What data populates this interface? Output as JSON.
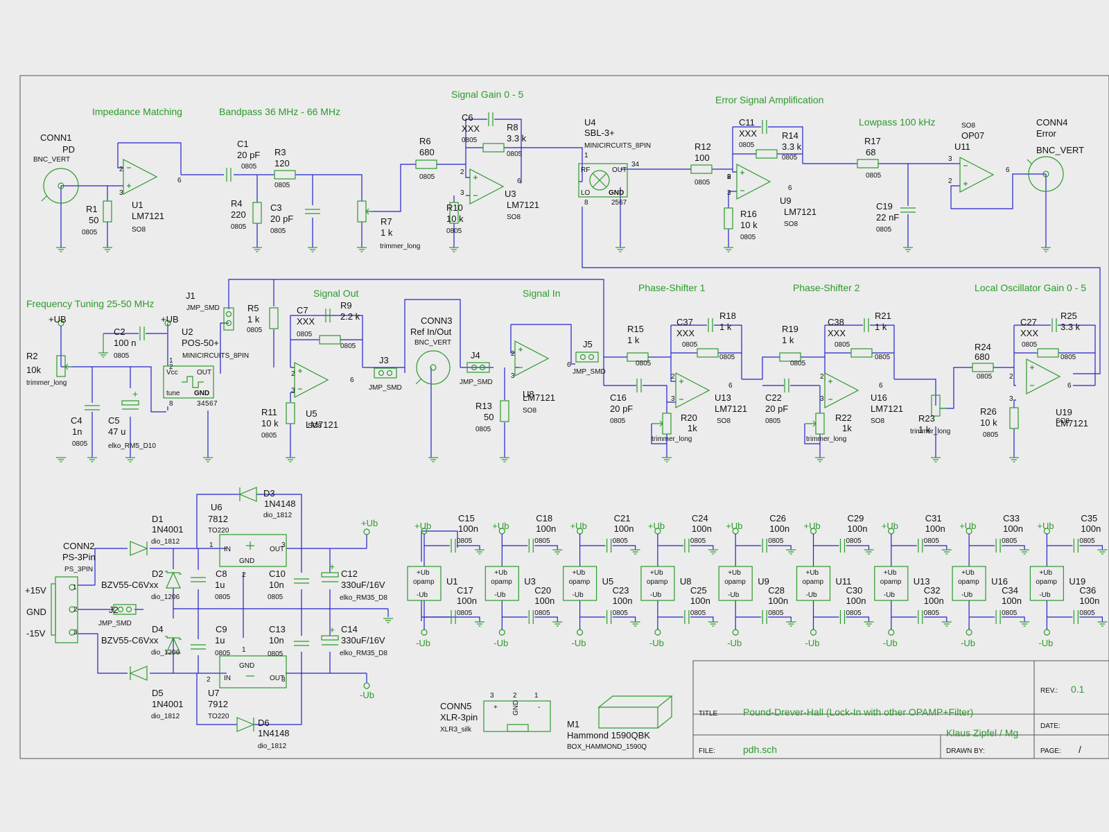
{
  "section_titles": {
    "impedance": "Impedance Matching",
    "bandpass": "Bandpass 36 MHz - 66 MHz",
    "gain": "Signal Gain 0 - 5",
    "error": "Error Signal Amplification",
    "lowpass": "Lowpass 100 kHz",
    "freq": "Frequency Tuning 25-50 MHz",
    "sigout": "Signal Out",
    "sigin": "Signal In",
    "ps1": "Phase-Shifter 1",
    "ps2": "Phase-Shifter 2",
    "lo": "Local Oscillator Gain 0 - 5"
  },
  "title_block": {
    "rev_label": "REV.:",
    "rev": "0.1",
    "title_label": "TITLE",
    "title": "Pound-Drever-Hall (Lock-In with other OPAMP+Filter)",
    "date_label": "DATE:",
    "file_label": "FILE:",
    "file": "pdh.sch",
    "author": "Klaus Zipfel / Mg",
    "drawn_label": "DRAWN BY:",
    "page_label": "PAGE:",
    "page": "/"
  },
  "labels": [
    {
      "t": "CONN1",
      "c": "k",
      "s": "md"
    },
    {
      "t": "PD",
      "c": "k",
      "s": "md"
    },
    {
      "t": "BNC_VERT",
      "c": "k",
      "s": "sm"
    },
    {
      "t": "R1",
      "c": "k",
      "s": "md"
    },
    {
      "t": "50",
      "c": "k",
      "s": "md"
    },
    {
      "t": "0805",
      "c": "k",
      "s": "sm"
    },
    {
      "t": "U1",
      "c": "k",
      "s": "md"
    },
    {
      "t": "LM7121",
      "c": "k",
      "s": "md"
    },
    {
      "t": "SO8",
      "c": "k",
      "s": "sm"
    },
    {
      "t": "C1",
      "c": "k",
      "s": "md"
    },
    {
      "t": "20 pF",
      "c": "k",
      "s": "md"
    },
    {
      "t": "0805",
      "c": "k",
      "s": "sm"
    },
    {
      "t": "R3",
      "c": "k",
      "s": "md"
    },
    {
      "t": "120",
      "c": "k",
      "s": "md"
    },
    {
      "t": "0805",
      "c": "k",
      "s": "sm"
    },
    {
      "t": "R4",
      "c": "k",
      "s": "md"
    },
    {
      "t": "220",
      "c": "k",
      "s": "md"
    },
    {
      "t": "0805",
      "c": "k",
      "s": "sm"
    },
    {
      "t": "C3",
      "c": "k",
      "s": "md"
    },
    {
      "t": "20 pF",
      "c": "k",
      "s": "md"
    },
    {
      "t": "0805",
      "c": "k",
      "s": "sm"
    },
    {
      "t": "R7",
      "c": "k",
      "s": "md"
    },
    {
      "t": "1 k",
      "c": "k",
      "s": "md"
    },
    {
      "t": "trimmer_long",
      "c": "k",
      "s": "sm"
    },
    {
      "t": "R6",
      "c": "k",
      "s": "md"
    },
    {
      "t": "680",
      "c": "k",
      "s": "md"
    },
    {
      "t": "0805",
      "c": "k",
      "s": "sm"
    },
    {
      "t": "C6",
      "c": "k",
      "s": "md"
    },
    {
      "t": "XXX",
      "c": "k",
      "s": "md"
    },
    {
      "t": "0805",
      "c": "k",
      "s": "sm"
    },
    {
      "t": "R8",
      "c": "k",
      "s": "md"
    },
    {
      "t": "3.3 k",
      "c": "k",
      "s": "md"
    },
    {
      "t": "0805",
      "c": "k",
      "s": "sm"
    },
    {
      "t": "R10",
      "c": "k",
      "s": "md"
    },
    {
      "t": "10 k",
      "c": "k",
      "s": "md"
    },
    {
      "t": "0805",
      "c": "k",
      "s": "sm"
    },
    {
      "t": "U3",
      "c": "k",
      "s": "md"
    },
    {
      "t": "LM7121",
      "c": "k",
      "s": "md"
    },
    {
      "t": "SO8",
      "c": "k",
      "s": "sm"
    },
    {
      "t": "U4",
      "c": "k",
      "s": "md"
    },
    {
      "t": "SBL-3+",
      "c": "k",
      "s": "md"
    },
    {
      "t": "MINICIRCUITS_8PIN",
      "c": "k",
      "s": "sm"
    },
    {
      "t": "R12",
      "c": "k",
      "s": "md"
    },
    {
      "t": "100",
      "c": "k",
      "s": "md"
    },
    {
      "t": "0805",
      "c": "k",
      "s": "sm"
    },
    {
      "t": "C11",
      "c": "k",
      "s": "md"
    },
    {
      "t": "XXX",
      "c": "k",
      "s": "md"
    },
    {
      "t": "0805",
      "c": "k",
      "s": "sm"
    },
    {
      "t": "R14",
      "c": "k",
      "s": "md"
    },
    {
      "t": "3.3 k",
      "c": "k",
      "s": "md"
    },
    {
      "t": "0805",
      "c": "k",
      "s": "sm"
    },
    {
      "t": "R16",
      "c": "k",
      "s": "md"
    },
    {
      "t": "10 k",
      "c": "k",
      "s": "md"
    },
    {
      "t": "0805",
      "c": "k",
      "s": "sm"
    },
    {
      "t": "U9",
      "c": "k",
      "s": "md"
    },
    {
      "t": "LM7121",
      "c": "k",
      "s": "md"
    },
    {
      "t": "SO8",
      "c": "k",
      "s": "sm"
    },
    {
      "t": "R17",
      "c": "k",
      "s": "md"
    },
    {
      "t": "68",
      "c": "k",
      "s": "md"
    },
    {
      "t": "0805",
      "c": "k",
      "s": "sm"
    },
    {
      "t": "C19",
      "c": "k",
      "s": "md"
    },
    {
      "t": "22 nF",
      "c": "k",
      "s": "md"
    },
    {
      "t": "0805",
      "c": "k",
      "s": "sm"
    },
    {
      "t": "SO8",
      "c": "k",
      "s": "sm"
    },
    {
      "t": "OP07",
      "c": "k",
      "s": "md"
    },
    {
      "t": "U11",
      "c": "k",
      "s": "md"
    },
    {
      "t": "CONN4",
      "c": "k",
      "s": "md"
    },
    {
      "t": "Error",
      "c": "k",
      "s": "md"
    },
    {
      "t": "BNC_VERT",
      "c": "k",
      "s": "md"
    },
    {
      "t": "J1",
      "c": "k",
      "s": "md"
    },
    {
      "t": "JMP_SMD",
      "c": "k",
      "s": "sm"
    },
    {
      "t": "+UB",
      "c": "k",
      "s": "md"
    },
    {
      "t": "+UB",
      "c": "k",
      "s": "md"
    },
    {
      "t": "R2",
      "c": "k",
      "s": "md"
    },
    {
      "t": "10k",
      "c": "k",
      "s": "md"
    },
    {
      "t": "trimmer_long",
      "c": "k",
      "s": "sm"
    },
    {
      "t": "C2",
      "c": "k",
      "s": "md"
    },
    {
      "t": "100 n",
      "c": "k",
      "s": "md"
    },
    {
      "t": "0805",
      "c": "k",
      "s": "sm"
    },
    {
      "t": "U2",
      "c": "k",
      "s": "md"
    },
    {
      "t": "POS-50+",
      "c": "k",
      "s": "md"
    },
    {
      "t": "MINICIRCUITS_8PIN",
      "c": "k",
      "s": "sm"
    },
    {
      "t": "C4",
      "c": "k",
      "s": "md"
    },
    {
      "t": "1n",
      "c": "k",
      "s": "md"
    },
    {
      "t": "0805",
      "c": "k",
      "s": "sm"
    },
    {
      "t": "C5",
      "c": "k",
      "s": "md"
    },
    {
      "t": "47 u",
      "c": "k",
      "s": "md"
    },
    {
      "t": "elko_RM5_D10",
      "c": "k",
      "s": "sm"
    },
    {
      "t": "R5",
      "c": "k",
      "s": "md"
    },
    {
      "t": "1 k",
      "c": "k",
      "s": "md"
    },
    {
      "t": "0805",
      "c": "k",
      "s": "sm"
    },
    {
      "t": "C7",
      "c": "k",
      "s": "md"
    },
    {
      "t": "XXX",
      "c": "k",
      "s": "md"
    },
    {
      "t": "0805",
      "c": "k",
      "s": "sm"
    },
    {
      "t": "R9",
      "c": "k",
      "s": "md"
    },
    {
      "t": "2.2 k",
      "c": "k",
      "s": "md"
    },
    {
      "t": "0805",
      "c": "k",
      "s": "sm"
    },
    {
      "t": "R11",
      "c": "k",
      "s": "md"
    },
    {
      "t": "10 k",
      "c": "k",
      "s": "md"
    },
    {
      "t": "0805",
      "c": "k",
      "s": "sm"
    },
    {
      "t": "U5",
      "c": "k",
      "s": "md"
    },
    {
      "t": "LM7121",
      "c": "k",
      "s": "md"
    },
    {
      "t": "SO8",
      "c": "k",
      "s": "sm"
    },
    {
      "t": "J3",
      "c": "k",
      "s": "md"
    },
    {
      "t": "JMP_SMD",
      "c": "k",
      "s": "sm"
    },
    {
      "t": "CONN3",
      "c": "k",
      "s": "md"
    },
    {
      "t": "Ref In/Out",
      "c": "k",
      "s": "md"
    },
    {
      "t": "BNC_VERT",
      "c": "k",
      "s": "sm"
    },
    {
      "t": "J4",
      "c": "k",
      "s": "md"
    },
    {
      "t": "JMP_SMD",
      "c": "k",
      "s": "sm"
    },
    {
      "t": "R13",
      "c": "k",
      "s": "md"
    },
    {
      "t": "50",
      "c": "k",
      "s": "md"
    },
    {
      "t": "0805",
      "c": "k",
      "s": "sm"
    },
    {
      "t": "U8",
      "c": "k",
      "s": "md"
    },
    {
      "t": "LM7121",
      "c": "k",
      "s": "md"
    },
    {
      "t": "SO8",
      "c": "k",
      "s": "sm"
    },
    {
      "t": "J5",
      "c": "k",
      "s": "md"
    },
    {
      "t": "JMP_SMD",
      "c": "k",
      "s": "sm"
    },
    {
      "t": "R15",
      "c": "k",
      "s": "md"
    },
    {
      "t": "1 k",
      "c": "k",
      "s": "md"
    },
    {
      "t": "0805",
      "c": "k",
      "s": "sm"
    },
    {
      "t": "C37",
      "c": "k",
      "s": "md"
    },
    {
      "t": "XXX",
      "c": "k",
      "s": "md"
    },
    {
      "t": "0805",
      "c": "k",
      "s": "sm"
    },
    {
      "t": "R18",
      "c": "k",
      "s": "md"
    },
    {
      "t": "1 k",
      "c": "k",
      "s": "md"
    },
    {
      "t": "0805",
      "c": "k",
      "s": "sm"
    },
    {
      "t": "C16",
      "c": "k",
      "s": "md"
    },
    {
      "t": "20 pF",
      "c": "k",
      "s": "md"
    },
    {
      "t": "0805",
      "c": "k",
      "s": "sm"
    },
    {
      "t": "R20",
      "c": "k",
      "s": "md"
    },
    {
      "t": "1k",
      "c": "k",
      "s": "md"
    },
    {
      "t": "trimmer_long",
      "c": "k",
      "s": "sm"
    },
    {
      "t": "U13",
      "c": "k",
      "s": "md"
    },
    {
      "t": "LM7121",
      "c": "k",
      "s": "md"
    },
    {
      "t": "SO8",
      "c": "k",
      "s": "sm"
    },
    {
      "t": "R19",
      "c": "k",
      "s": "md"
    },
    {
      "t": "1 k",
      "c": "k",
      "s": "md"
    },
    {
      "t": "0805",
      "c": "k",
      "s": "sm"
    },
    {
      "t": "C38",
      "c": "k",
      "s": "md"
    },
    {
      "t": "XXX",
      "c": "k",
      "s": "md"
    },
    {
      "t": "0805",
      "c": "k",
      "s": "sm"
    },
    {
      "t": "R21",
      "c": "k",
      "s": "md"
    },
    {
      "t": "1 k",
      "c": "k",
      "s": "md"
    },
    {
      "t": "0805",
      "c": "k",
      "s": "sm"
    },
    {
      "t": "C22",
      "c": "k",
      "s": "md"
    },
    {
      "t": "20 pF",
      "c": "k",
      "s": "md"
    },
    {
      "t": "0805",
      "c": "k",
      "s": "sm"
    },
    {
      "t": "R22",
      "c": "k",
      "s": "md"
    },
    {
      "t": "1k",
      "c": "k",
      "s": "md"
    },
    {
      "t": "trimmer_long",
      "c": "k",
      "s": "sm"
    },
    {
      "t": "U16",
      "c": "k",
      "s": "md"
    },
    {
      "t": "LM7121",
      "c": "k",
      "s": "md"
    },
    {
      "t": "SO8",
      "c": "k",
      "s": "sm"
    },
    {
      "t": "R23",
      "c": "k",
      "s": "md"
    },
    {
      "t": "1 k",
      "c": "k",
      "s": "md"
    },
    {
      "t": "trimmer_long",
      "c": "k",
      "s": "sm"
    },
    {
      "t": "R24",
      "c": "k",
      "s": "md"
    },
    {
      "t": "680",
      "c": "k",
      "s": "md"
    },
    {
      "t": "0805",
      "c": "k",
      "s": "sm"
    },
    {
      "t": "C27",
      "c": "k",
      "s": "md"
    },
    {
      "t": "XXX",
      "c": "k",
      "s": "md"
    },
    {
      "t": "0805",
      "c": "k",
      "s": "sm"
    },
    {
      "t": "R25",
      "c": "k",
      "s": "md"
    },
    {
      "t": "3.3 k",
      "c": "k",
      "s": "md"
    },
    {
      "t": "0805",
      "c": "k",
      "s": "sm"
    },
    {
      "t": "R26",
      "c": "k",
      "s": "md"
    },
    {
      "t": "10 k",
      "c": "k",
      "s": "md"
    },
    {
      "t": "0805",
      "c": "k",
      "s": "sm"
    },
    {
      "t": "U19",
      "c": "k",
      "s": "md"
    },
    {
      "t": "LM7121",
      "c": "k",
      "s": "md"
    },
    {
      "t": "SO8",
      "c": "k",
      "s": "sm"
    },
    {
      "t": "D3",
      "c": "k",
      "s": "md"
    },
    {
      "t": "1N4148",
      "c": "k",
      "s": "md"
    },
    {
      "t": "dio_1812",
      "c": "k",
      "s": "sm"
    },
    {
      "t": "U6",
      "c": "k",
      "s": "md"
    },
    {
      "t": "7812",
      "c": "k",
      "s": "md"
    },
    {
      "t": "TO220",
      "c": "k",
      "s": "sm"
    },
    {
      "t": "D1",
      "c": "k",
      "s": "md"
    },
    {
      "t": "1N4001",
      "c": "k",
      "s": "md"
    },
    {
      "t": "dio_1812",
      "c": "k",
      "s": "sm"
    },
    {
      "t": "CONN2",
      "c": "k",
      "s": "md"
    },
    {
      "t": "PS-3Pin",
      "c": "k",
      "s": "md"
    },
    {
      "t": "PS_3PIN",
      "c": "k",
      "s": "sm"
    },
    {
      "t": "D2",
      "c": "k",
      "s": "md"
    },
    {
      "t": "BZV55-C6Vxx",
      "c": "k",
      "s": "md"
    },
    {
      "t": "dio_1206",
      "c": "k",
      "s": "sm"
    },
    {
      "t": "C8",
      "c": "k",
      "s": "md"
    },
    {
      "t": "1u",
      "c": "k",
      "s": "md"
    },
    {
      "t": "0805",
      "c": "k",
      "s": "sm"
    },
    {
      "t": "C10",
      "c": "k",
      "s": "md"
    },
    {
      "t": "10n",
      "c": "k",
      "s": "md"
    },
    {
      "t": "0805",
      "c": "k",
      "s": "sm"
    },
    {
      "t": "C12",
      "c": "k",
      "s": "md"
    },
    {
      "t": "330uF/16V",
      "c": "k",
      "s": "md"
    },
    {
      "t": "elko_RM35_D8",
      "c": "k",
      "s": "sm"
    },
    {
      "t": "+15V",
      "c": "k",
      "s": "md"
    },
    {
      "t": "GND",
      "c": "k",
      "s": "md"
    },
    {
      "t": "-15V",
      "c": "k",
      "s": "md"
    },
    {
      "t": "J2",
      "c": "k",
      "s": "md"
    },
    {
      "t": "JMP_SMD",
      "c": "k",
      "s": "sm"
    },
    {
      "t": "D4",
      "c": "k",
      "s": "md"
    },
    {
      "t": "BZV55-C6Vxx",
      "c": "k",
      "s": "md"
    },
    {
      "t": "dio_1206",
      "c": "k",
      "s": "sm"
    },
    {
      "t": "C9",
      "c": "k",
      "s": "md"
    },
    {
      "t": "1u",
      "c": "k",
      "s": "md"
    },
    {
      "t": "0805",
      "c": "k",
      "s": "sm"
    },
    {
      "t": "C13",
      "c": "k",
      "s": "md"
    },
    {
      "t": "10n",
      "c": "k",
      "s": "md"
    },
    {
      "t": "0805",
      "c": "k",
      "s": "sm"
    },
    {
      "t": "C14",
      "c": "k",
      "s": "md"
    },
    {
      "t": "330uF/16V",
      "c": "k",
      "s": "md"
    },
    {
      "t": "elko_RM35_D8",
      "c": "k",
      "s": "sm"
    },
    {
      "t": "D5",
      "c": "k",
      "s": "md"
    },
    {
      "t": "1N4001",
      "c": "k",
      "s": "md"
    },
    {
      "t": "dio_1812",
      "c": "k",
      "s": "sm"
    },
    {
      "t": "U7",
      "c": "k",
      "s": "md"
    },
    {
      "t": "7912",
      "c": "k",
      "s": "md"
    },
    {
      "t": "TO220",
      "c": "k",
      "s": "sm"
    },
    {
      "t": "D6",
      "c": "k",
      "s": "md"
    },
    {
      "t": "1N4148",
      "c": "k",
      "s": "md"
    },
    {
      "t": "dio_1812",
      "c": "k",
      "s": "sm"
    },
    {
      "t": "+Ub",
      "c": "g",
      "s": "md"
    },
    {
      "t": "-Ub",
      "c": "g",
      "s": "md"
    },
    {
      "t": "CONN5",
      "c": "k",
      "s": "md"
    },
    {
      "t": "XLR-3pin",
      "c": "k",
      "s": "md"
    },
    {
      "t": "XLR3_silk",
      "c": "k",
      "s": "sm"
    },
    {
      "t": "M1",
      "c": "k",
      "s": "md"
    },
    {
      "t": "Hammond 1590QBK",
      "c": "k",
      "s": "md"
    },
    {
      "t": "BOX_HAMMOND_1590Q",
      "c": "k",
      "s": "sm"
    }
  ],
  "pin_labels": [
    "2",
    "3",
    "6",
    "2",
    "3",
    "6",
    "3",
    "2",
    "6",
    "1",
    "34",
    "8",
    "2567",
    "2",
    "3",
    "6",
    "3",
    "2",
    "6",
    "1",
    "2",
    "8",
    "3",
    "4",
    "5",
    "6",
    "7",
    "2",
    "3",
    "6",
    "2",
    "3",
    "6",
    "2",
    "3",
    "6",
    "2",
    "3",
    "6",
    "2",
    "3",
    "6",
    "1",
    "3",
    "2",
    "2",
    "1",
    "3",
    "3",
    "2",
    "1",
    "1",
    "2",
    "3"
  ],
  "ic_texts": {
    "rf": "RF",
    "out": "OUT",
    "lo": "LO",
    "gnd": "GND",
    "vcc": "Vcc",
    "tune": "tune",
    "reg_in": "IN",
    "reg_out": "OUT",
    "reg_gnd": "GND",
    "xlr_plus": "+",
    "xlr_gnd": "GND",
    "xlr_minus": "-",
    "pwr_plus": "+Ub",
    "pwr_name": "opamp",
    "pwr_minus": "-Ub"
  },
  "supply_blocks": [
    {
      "cap_top": "C15",
      "cap_bot": "C17",
      "val": "100n",
      "pkg": "0805",
      "unit": "U1",
      "vp": "+Ub",
      "vm": "-Ub"
    },
    {
      "cap_top": "C18",
      "cap_bot": "C20",
      "val": "100n",
      "pkg": "0805",
      "unit": "U3",
      "vp": "+Ub",
      "vm": "-Ub"
    },
    {
      "cap_top": "C21",
      "cap_bot": "C23",
      "val": "100n",
      "pkg": "0805",
      "unit": "U5",
      "vp": "+Ub",
      "vm": "-Ub"
    },
    {
      "cap_top": "C24",
      "cap_bot": "C25",
      "val": "100n",
      "pkg": "0805",
      "unit": "U8",
      "vp": "+Ub",
      "vm": "-Ub"
    },
    {
      "cap_top": "C26",
      "cap_bot": "C28",
      "val": "100n",
      "pkg": "0805",
      "unit": "U9",
      "vp": "+Ub",
      "vm": "-Ub"
    },
    {
      "cap_top": "C29",
      "cap_bot": "C30",
      "val": "100n",
      "pkg": "0805",
      "unit": "U11",
      "vp": "+Ub",
      "vm": "-Ub"
    },
    {
      "cap_top": "C31",
      "cap_bot": "C32",
      "val": "100n",
      "pkg": "0805",
      "unit": "U13",
      "vp": "+Ub",
      "vm": "-Ub"
    },
    {
      "cap_top": "C33",
      "cap_bot": "C34",
      "val": "100n",
      "pkg": "0805",
      "unit": "U16",
      "vp": "+Ub",
      "vm": "-Ub"
    },
    {
      "cap_top": "C35",
      "cap_bot": "C36",
      "val": "100n",
      "pkg": "0805",
      "unit": "U19",
      "vp": "+Ub",
      "vm": "-Ub"
    }
  ]
}
